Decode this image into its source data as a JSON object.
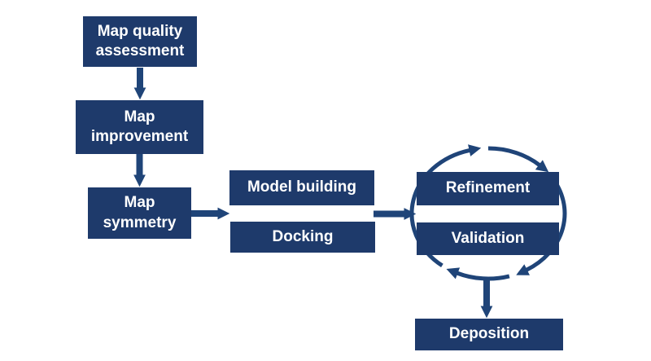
{
  "colors": {
    "box_fill": "#1e3a6b",
    "arrow": "#1f4478",
    "text": "#ffffff",
    "background": "#ffffff"
  },
  "boxes": {
    "map_quality": {
      "label": "Map quality\nassessment"
    },
    "map_improvement": {
      "label": "Map\nimprovement"
    },
    "map_symmetry": {
      "label": "Map\nsymmetry"
    },
    "model_building": {
      "label": "Model building"
    },
    "docking": {
      "label": "Docking"
    },
    "refinement": {
      "label": "Refinement"
    },
    "validation": {
      "label": "Validation"
    },
    "deposition": {
      "label": "Deposition"
    }
  },
  "arrows": [
    {
      "name": "map-quality-to-map-improvement",
      "direction": "down"
    },
    {
      "name": "map-improvement-to-map-symmetry",
      "direction": "down"
    },
    {
      "name": "map-symmetry-to-model-building-docking",
      "direction": "right"
    },
    {
      "name": "model-building-docking-to-refinement-validation",
      "direction": "right"
    },
    {
      "name": "refinement-validation-cycle",
      "direction": "clockwise-loop"
    },
    {
      "name": "cycle-to-deposition",
      "direction": "down"
    }
  ]
}
